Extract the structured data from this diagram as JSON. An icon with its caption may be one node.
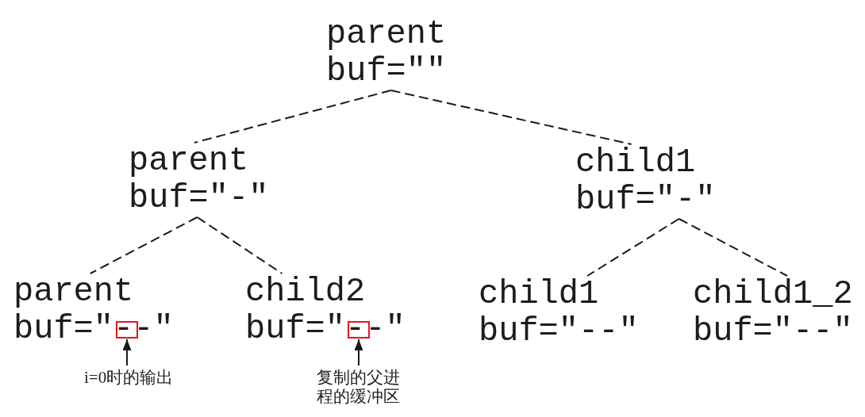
{
  "diagram": {
    "nodes": [
      {
        "text": [
          "parent",
          "buf=\"\""
        ]
      },
      {
        "text": [
          "parent",
          "buf=\"-\""
        ]
      },
      {
        "text": [
          "child1",
          "buf=\"-\""
        ]
      },
      {
        "text": [
          "parent",
          "buf=\"--\""
        ]
      },
      {
        "text": [],
        "shape": "box",
        "in": 3
      },
      {
        "text": [
          "child2",
          "buf=\"--\""
        ]
      },
      {
        "text": [],
        "shape": "box",
        "in": 5
      },
      {
        "text": [
          "child1",
          "buf=\"--\""
        ]
      },
      {
        "text": [
          "child1_2",
          "buf=\"--\""
        ]
      },
      {
        "text": [
          "i=0时的输出"
        ]
      },
      {
        "text": [
          "复制的父进程的缓冲区"
        ]
      }
    ],
    "edges": [
      {
        "from": 0,
        "to": 1,
        "arrow": "none",
        "style": "dashed"
      },
      {
        "from": 0,
        "to": 2,
        "arrow": "none",
        "style": "dashed"
      },
      {
        "from": 1,
        "to": 3,
        "arrow": "none",
        "style": "dashed"
      },
      {
        "from": 1,
        "to": 5,
        "arrow": "none",
        "style": "dashed"
      },
      {
        "from": 2,
        "to": 7,
        "arrow": "none",
        "style": "dashed"
      },
      {
        "from": 2,
        "to": 8,
        "arrow": "none",
        "style": "dashed"
      },
      {
        "from": 9,
        "to": 4,
        "arrow": "to"
      },
      {
        "from": 10,
        "to": 6,
        "arrow": "to"
      }
    ]
  }
}
